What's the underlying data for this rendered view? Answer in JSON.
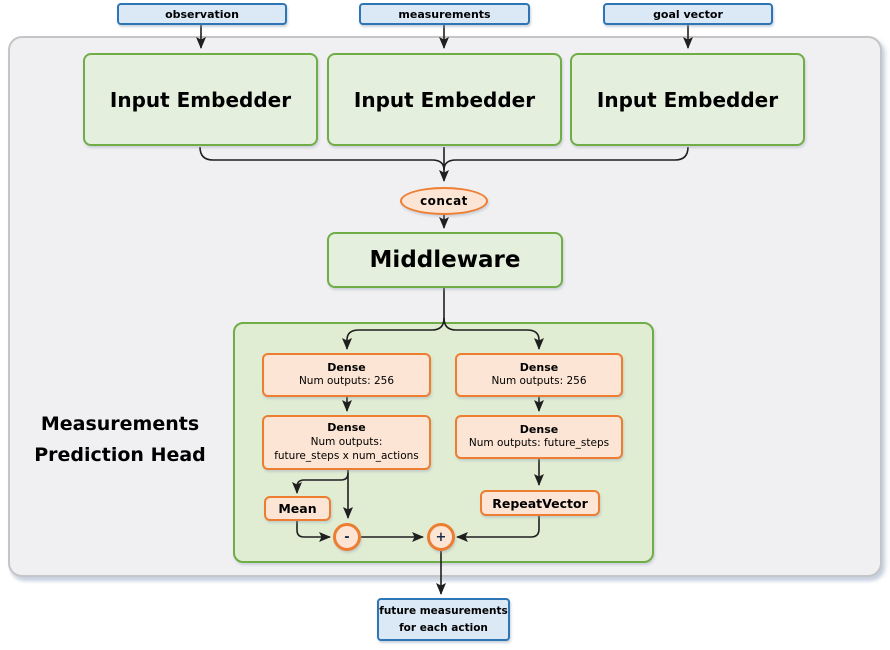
{
  "colors": {
    "green_border": "#70ad47",
    "green_fill": "#e4f0dd",
    "panel_green_fill": "#e0edd3",
    "orange_border": "#ed7d31",
    "orange_fill": "#fce5d4",
    "blue_border": "#2e75b6",
    "blue_fill": "#dbe9f7",
    "container_fill": "#f0eff1",
    "container_border": "#c5c4c6",
    "line_color": "#1f1f1f"
  },
  "inputs": [
    {
      "label": "observation"
    },
    {
      "label": "measurements"
    },
    {
      "label": "goal vector"
    }
  ],
  "embedders": [
    {
      "label": "Input Embedder"
    },
    {
      "label": "Input Embedder"
    },
    {
      "label": "Input Embedder"
    }
  ],
  "concat": {
    "label": "concat"
  },
  "middleware": {
    "label": "Middleware"
  },
  "prediction_head": {
    "title": "Measurements Prediction Head",
    "dense_left_top": {
      "title": "Dense",
      "line1": "Num outputs: 256"
    },
    "dense_right_top": {
      "title": "Dense",
      "line1": "Num outputs: 256"
    },
    "dense_left_bottom": {
      "title": "Dense",
      "line1": "Num outputs:",
      "line2": "future_steps x num_actions"
    },
    "dense_right_bottom": {
      "title": "Dense",
      "line1": "Num outputs: future_steps"
    },
    "mean": {
      "label": "Mean"
    },
    "repeat_vector": {
      "label": "RepeatVector"
    },
    "subtract": {
      "label": "-"
    },
    "add": {
      "label": "+"
    }
  },
  "output": {
    "line1": "future measurements",
    "line2": "for each action"
  }
}
